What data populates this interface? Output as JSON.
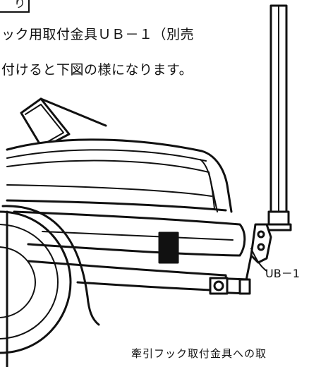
{
  "header": {
    "label": "り"
  },
  "text": {
    "line1": "ック用取付金具ＵＢ－１（別売",
    "line2": "付けると下図の様になります。"
  },
  "figure": {
    "callout_label": "UB－1",
    "caption": "牽引フック取付金具への取"
  }
}
